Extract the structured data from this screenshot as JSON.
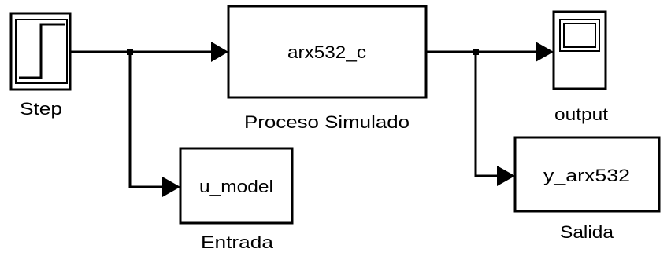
{
  "diagram": {
    "blocks": {
      "step": {
        "name": "Step"
      },
      "plant": {
        "content": "arx532_c",
        "name": "Proceso Simulado"
      },
      "scope": {
        "name": "output"
      },
      "input_ws": {
        "content": "u_model",
        "name": "Entrada"
      },
      "output_ws": {
        "content": "y_arx532",
        "name": "Salida"
      }
    },
    "icons": {
      "step": "step-signal-icon",
      "scope": "scope-screen-icon"
    },
    "colors": {
      "line": "#000000",
      "background": "#ffffff"
    }
  }
}
